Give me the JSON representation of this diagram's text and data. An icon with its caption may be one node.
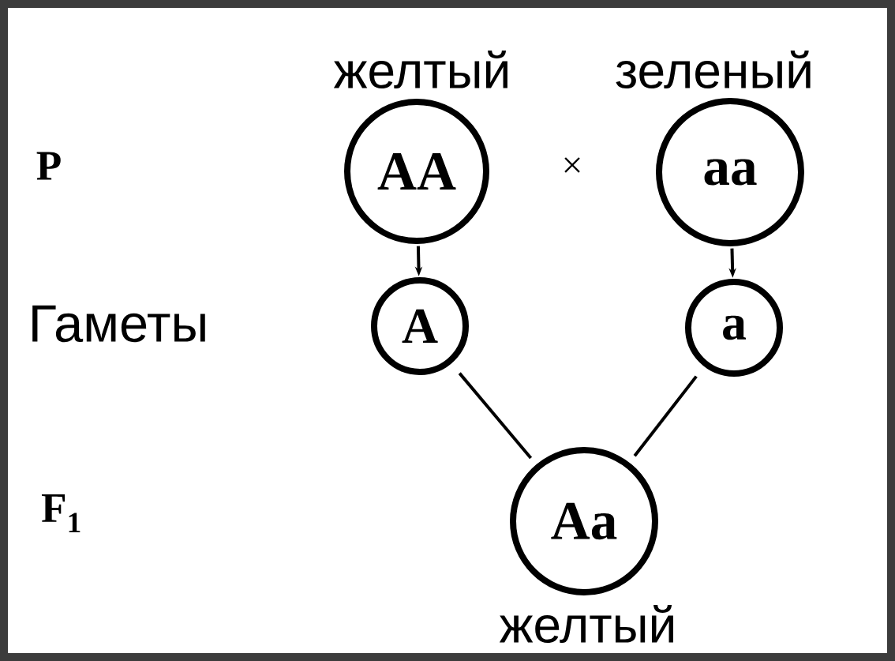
{
  "diagram": {
    "nodes": [
      {
        "text": [
          "AA"
        ],
        "beside": [
          "желтый"
        ]
      },
      {
        "text": [
          "aa"
        ],
        "beside": [
          "зеленый"
        ]
      },
      {
        "text": [
          "A"
        ]
      },
      {
        "text": [
          "a"
        ]
      },
      {
        "text": [
          "Aa"
        ],
        "beside": [
          "желтый"
        ]
      }
    ],
    "edges": [
      {
        "from": 0,
        "to": 2,
        "arrow": "to"
      },
      {
        "from": 1,
        "to": 3,
        "arrow": "to"
      },
      {
        "from": 2,
        "to": 4,
        "arrow": "none"
      },
      {
        "from": 3,
        "to": 4,
        "arrow": "none"
      }
    ],
    "labels": [
      "P",
      "×",
      "Гаметы",
      "F$_{1}$"
    ]
  }
}
